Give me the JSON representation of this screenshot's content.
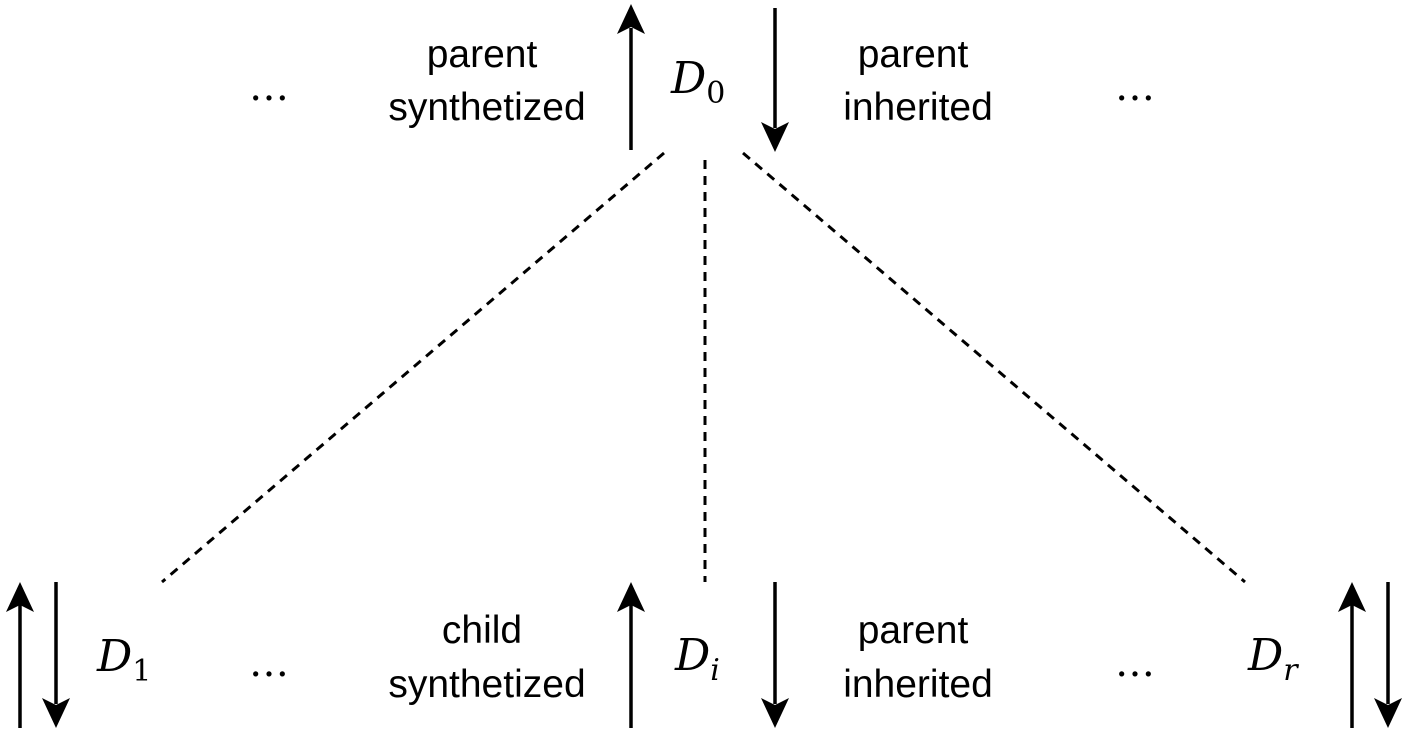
{
  "parent_node": {
    "name": "D",
    "subscript": "0",
    "left_label": [
      "parent",
      "synthetized"
    ],
    "right_label": [
      "parent",
      "inherited"
    ],
    "left_ellipsis": "…",
    "right_ellipsis": "…"
  },
  "child_nodes": {
    "first": {
      "name": "D",
      "subscript": "1"
    },
    "middle": {
      "name": "D",
      "subscript": "i",
      "left_label": [
        "child",
        "synthetized"
      ],
      "right_label": [
        "parent",
        "inherited"
      ]
    },
    "last": {
      "name": "D",
      "subscript": "r"
    },
    "left_ellipsis": "…",
    "right_ellipsis": "…"
  }
}
